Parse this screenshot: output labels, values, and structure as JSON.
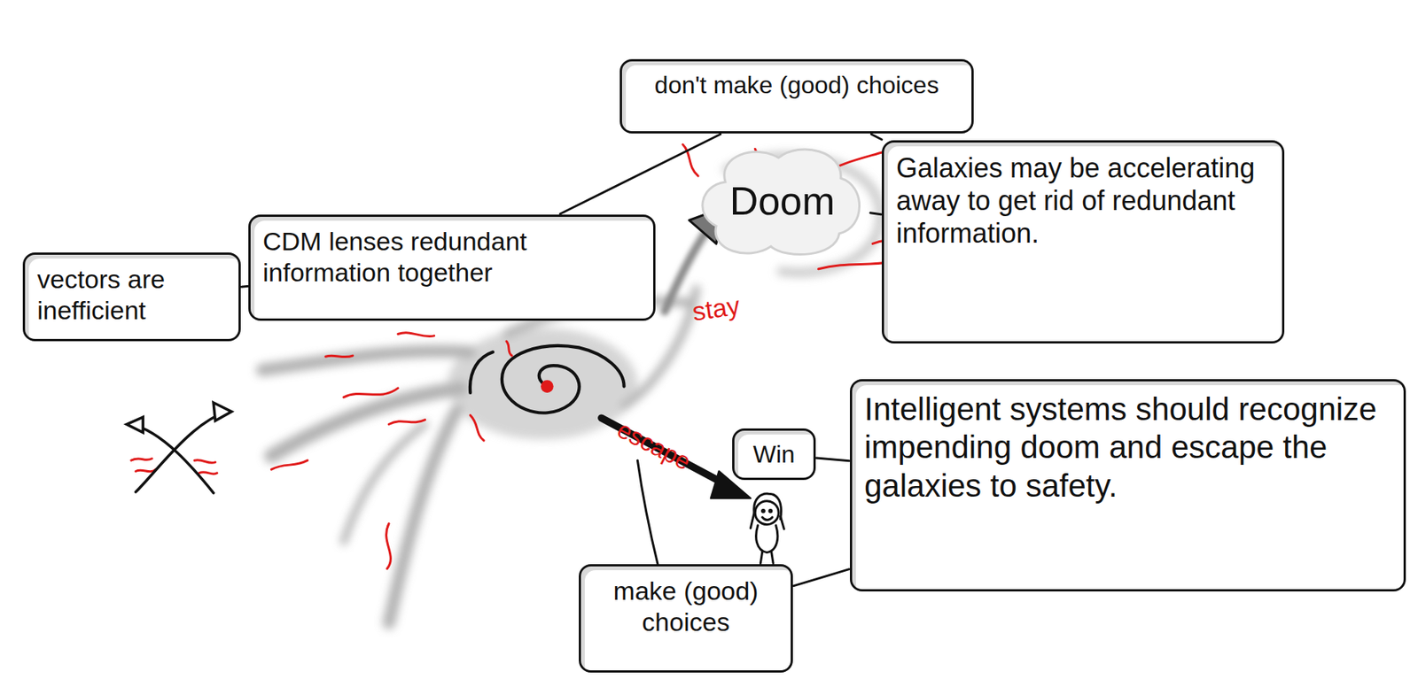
{
  "diagram": {
    "nodes": [
      {
        "text": [
          "don't make (good) choices"
        ]
      },
      {
        "text": [
          "Doom"
        ]
      },
      {
        "text": [
          "Galaxies may be accelerating away to get rid of redundant information."
        ]
      },
      {
        "text": [
          "vectors are inefficient"
        ]
      },
      {
        "text": [
          "CDM lenses redundant information together"
        ]
      },
      {
        "text": [
          "Win"
        ]
      },
      {
        "text": [
          "Intelligent systems should recognize impending doom and escape the galaxies to safety."
        ]
      },
      {
        "text": [
          "make (good) choices"
        ]
      }
    ],
    "edges": [
      {
        "from": 3,
        "to": 4,
        "arrow": "none"
      },
      {
        "from": 4,
        "to": 0,
        "arrow": "none"
      },
      {
        "from": 2,
        "to": 0,
        "arrow": "none"
      },
      {
        "from": 1,
        "to": 2,
        "arrow": "none"
      },
      {
        "from": 5,
        "to": 6,
        "arrow": "none"
      },
      {
        "from": 7,
        "to": 6,
        "arrow": "none"
      }
    ],
    "labels": [
      "stay",
      "escape"
    ]
  }
}
